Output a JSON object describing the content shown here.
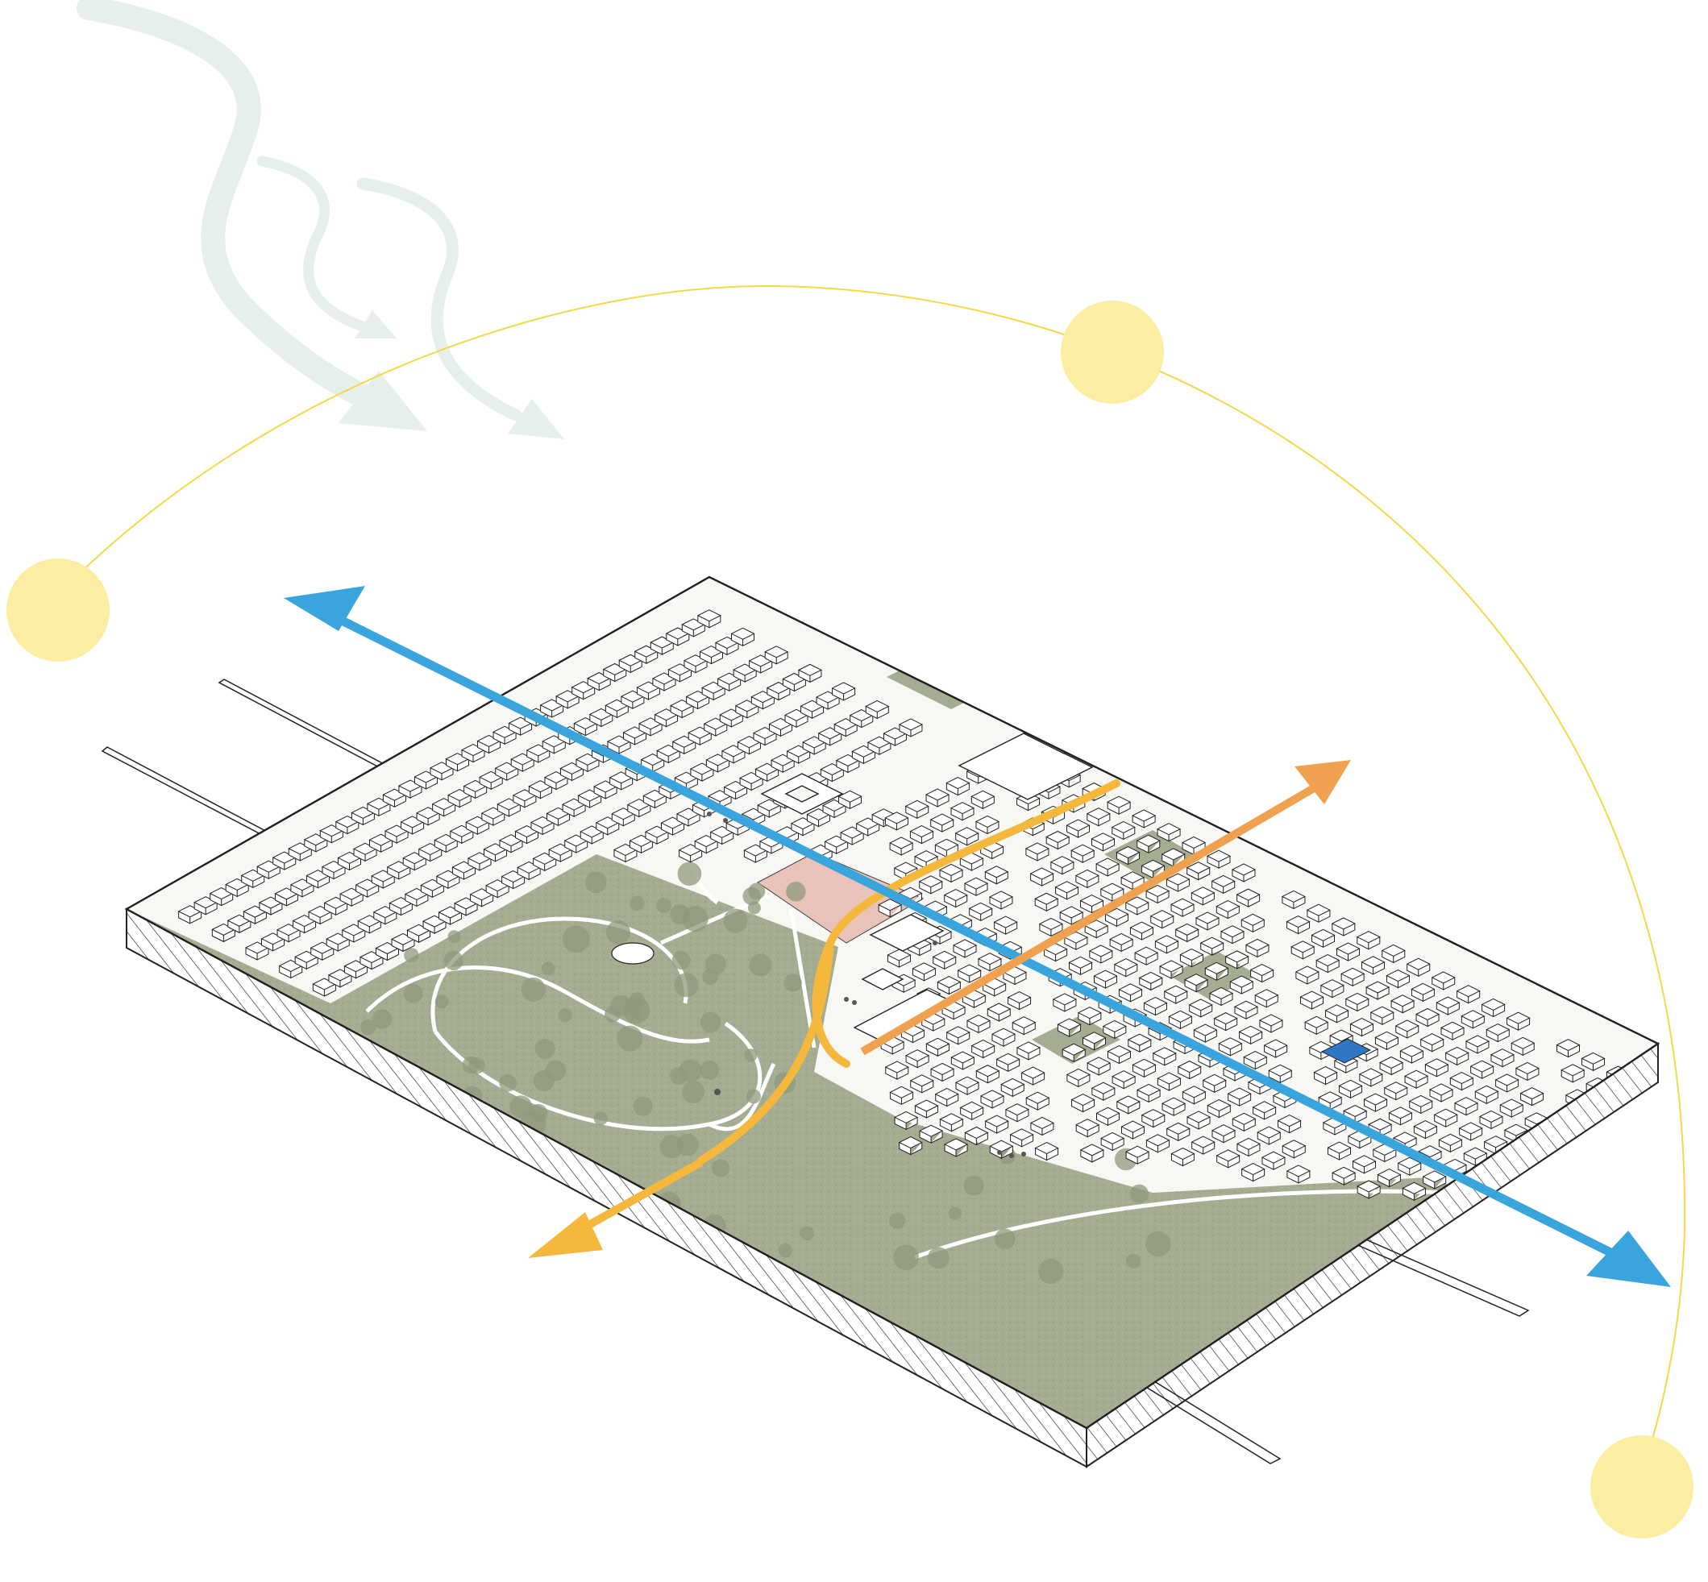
{
  "diagram": {
    "kind": "isometric-site-analysis",
    "colors": {
      "background": "#ffffff",
      "wind": "#e7efec",
      "sun_path": "#f5d84a",
      "sun_disc": "#fbeea3",
      "axis_blue": "#3aa4dc",
      "axis_orange": "#f0a14f",
      "axis_yellow": "#f5b83d",
      "park_green": "#a4ad92",
      "plaza_pink": "#e9c3b9",
      "water": "#2f76c6",
      "hatch": "#222222",
      "building": "#ffffff",
      "outline": "#1f1f1f"
    },
    "elements": {
      "wind_arrows": 3,
      "sun_positions": 3,
      "directional_arrows": [
        "blue",
        "orange",
        "yellow"
      ],
      "features": [
        "park",
        "plaza",
        "pond",
        "residential-blocks",
        "roads"
      ]
    }
  }
}
